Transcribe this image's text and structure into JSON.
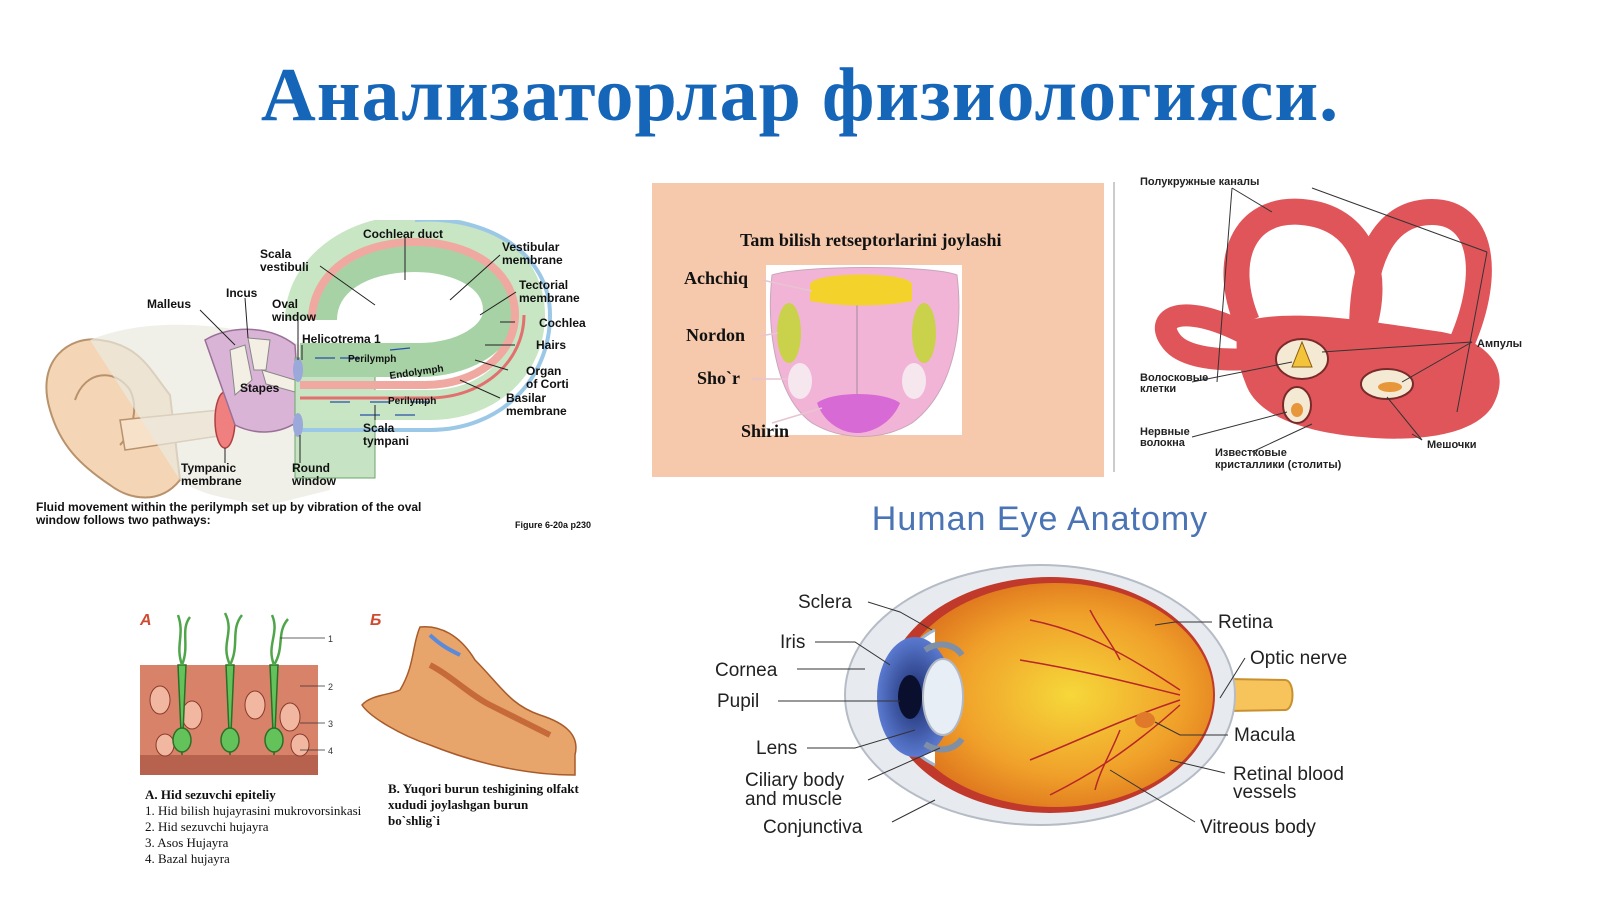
{
  "title": "Анализаторлар физиологияси.",
  "ear": {
    "labels": {
      "cochlear_duct": "Cochlear duct",
      "scala_vestibuli_1": "Scala",
      "scala_vestibuli_2": "vestibuli",
      "vestibular_1": "Vestibular",
      "vestibular_2": "membrane",
      "incus": "Incus",
      "malleus": "Malleus",
      "oval_1": "Oval",
      "oval_2": "window",
      "tectorial_1": "Tectorial",
      "tectorial_2": "membrane",
      "cochlea": "Cochlea",
      "helicotrema": "Helicotrema",
      "helicotrema_num": "1",
      "hairs": "Hairs",
      "perilymph_top": "Perilymph",
      "endolymph": "Endolymph",
      "stapes": "Stapes",
      "organ_1": "Organ",
      "organ_2": "of Corti",
      "perilymph_bottom": "Perilymph",
      "basilar_1": "Basilar",
      "basilar_2": "membrane",
      "scala_tympani_1": "Scala",
      "scala_tympani_2": "tympani",
      "tympanic_1": "Tympanic",
      "tympanic_2": "membrane",
      "round_1": "Round",
      "round_2": "window"
    },
    "caption_1": "Fluid movement within the perilymph set up by vibration of the oval",
    "caption_2": "window follows two pathways:",
    "figure_ref": "Figure 6-20a p230"
  },
  "tongue": {
    "heading": "Tam bilish retseptorlarini joylashi",
    "achchiq": "Achchiq",
    "nordon": "Nordon",
    "shor": "Sho`r",
    "shirin": "Shirin",
    "colors": {
      "bg": "#f7c9ac",
      "tongue": "#f2b4d6",
      "bitter": "#f3d22c",
      "sour": "#c9d24a",
      "salty": "#f6e6ee",
      "sweet": "#d86ad6"
    }
  },
  "vestibular": {
    "semicircular": "Полукружные каналы",
    "ampuly": "Ампулы",
    "hair_cells_1": "Волосковые",
    "hair_cells_2": "клетки",
    "nerve_1": "Нервные",
    "nerve_2": "волокна",
    "otoliths_1": "Известковые",
    "otoliths_2": "кристаллики (столиты)",
    "sacs": "Мешочки",
    "color": "#e0555a"
  },
  "eye": {
    "title": "Human Eye Anatomy",
    "sclera": "Sclera",
    "iris": "Iris",
    "cornea": "Cornea",
    "pupil": "Pupil",
    "lens": "Lens",
    "ciliary_1": "Ciliary body",
    "ciliary_2": "and muscle",
    "conjunctiva": "Conjunctiva",
    "retina": "Retina",
    "optic": "Optic nerve",
    "macula": "Macula",
    "vessels_1": "Retinal blood",
    "vessels_2": "vessels",
    "vitreous": "Vitreous body",
    "title_color": "#4a74b4"
  },
  "olfactory": {
    "letter_a": "А",
    "letter_b": "Б",
    "num1": "1",
    "num2": "2",
    "num3": "3",
    "num4": "4",
    "a_title": "A. Hid sezuvchi epiteliy",
    "a_items": [
      "1. Hid bilish hujayrasini mukrovorsinkasi",
      "2. Hid sezuvchi hujayra",
      "3. Asos Hujayra",
      "4. Bazal hujayra"
    ],
    "b_1": "B. Yuqori burun teshigining olfakt",
    "b_2": "xududi joylashgan burun",
    "b_3": "bo`shlig`i"
  }
}
